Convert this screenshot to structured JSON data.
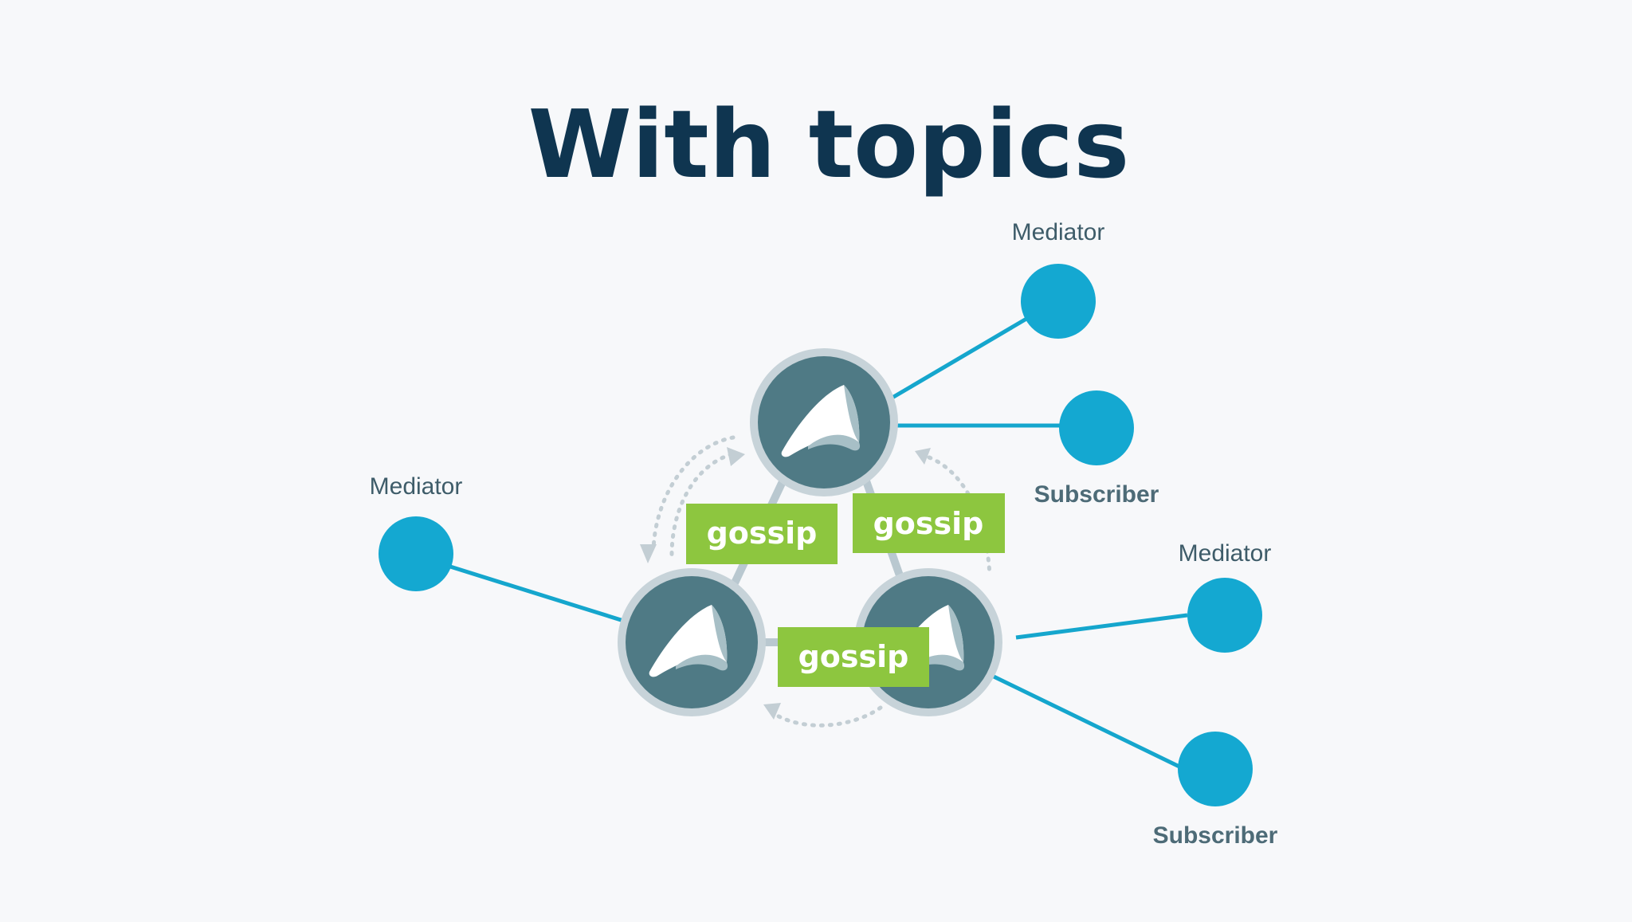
{
  "title": "With topics",
  "labels": {
    "mediator": "Mediator",
    "subscriber": "Subscriber",
    "gossip": "gossip"
  },
  "colors": {
    "title": "#0f3550",
    "client_node": "#14a8d1",
    "edge": "#15a6cd",
    "broker_core": "#4f7a85",
    "broker_ring": "#c7d3d9",
    "gossip_box": "#8dc63f",
    "background": "#f7f8fa"
  },
  "nodes": {
    "brokers": 3,
    "mediators": 3,
    "subscribers": 2
  },
  "icons": {
    "broker": "sail-logo-icon"
  }
}
